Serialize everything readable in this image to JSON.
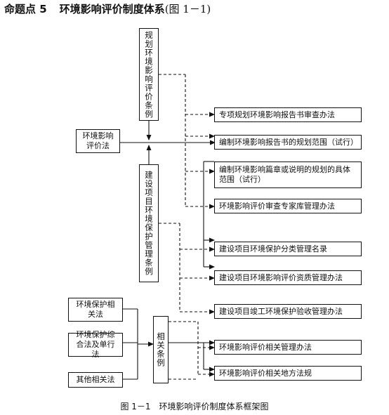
{
  "heading": {
    "number": "命题点 5",
    "title": "环境影响评价制度体系",
    "figure_ref": "(图 1－1)"
  },
  "boxes": {
    "planning_regulation": "规划环境影响评价条例",
    "eia_law": "环境影响评价法",
    "construction_regulation": "建设项目环境保护管理条例",
    "env_protection_laws": "环境保护相关法",
    "comprehensive_laws": "环境保护综合法及单行法",
    "other_laws": "其他相关法",
    "related_regulations": "相关条例"
  },
  "right_items": [
    "专项规划环境影响报告书审查办法",
    "编制环境影响报告书的规划范围（试行）",
    "编制环境影响篇章或说明的规划的具体范围（试行）",
    "环境影响评价审查专家库管理办法",
    "建设项目环境保护分类管理名录",
    "建设项目环境影响评价资质管理办法",
    "建设项目竣工环境保护验收管理办法",
    "环境影响评价相关管理办法",
    "环境影响评价相关地方法规"
  ],
  "caption": "图 1－1　环境影响评价制度体系框架图"
}
